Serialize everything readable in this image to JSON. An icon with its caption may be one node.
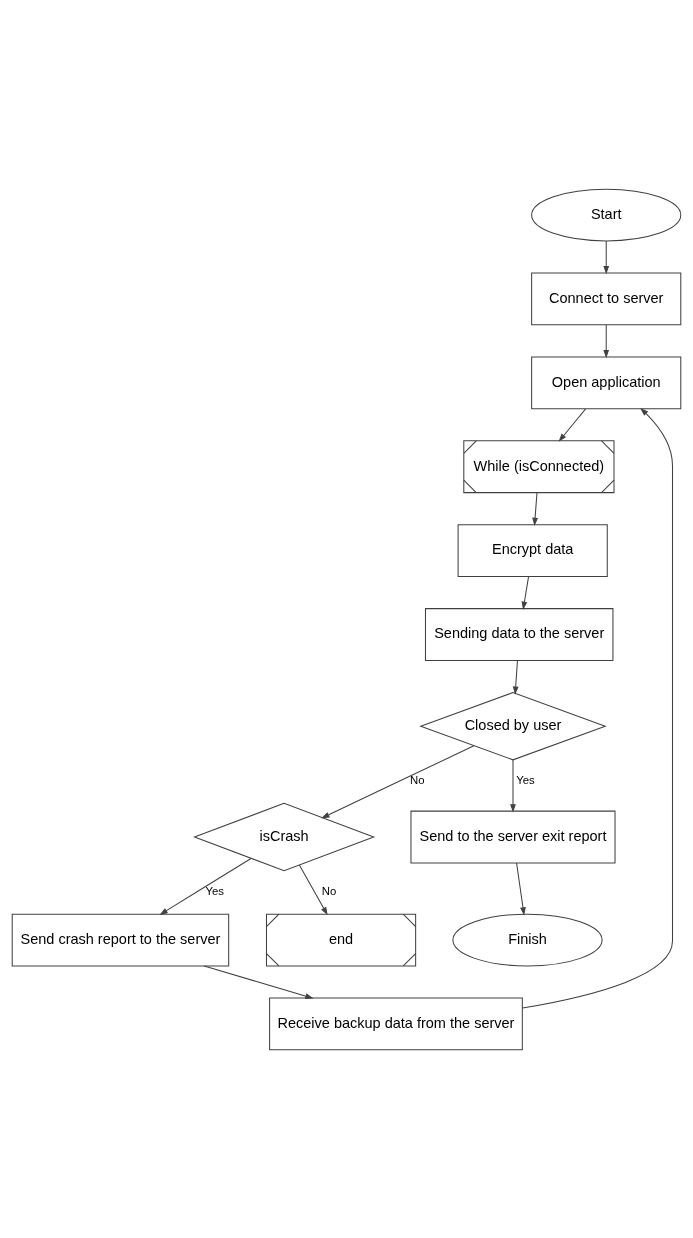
{
  "diagram": {
    "nodes": [
      {
        "text": [
          "Start"
        ]
      },
      {
        "text": [
          "Connect to server"
        ]
      },
      {
        "text": [
          "Open application"
        ]
      },
      {
        "text": [
          "While (isConnected)"
        ]
      },
      {
        "text": [
          "Encrypt data"
        ]
      },
      {
        "text": [
          "Sending data to the server"
        ]
      },
      {
        "text": [
          "Closed by user"
        ]
      },
      {
        "text": [
          "isCrash"
        ]
      },
      {
        "text": [
          "Send crash report to the server"
        ]
      },
      {
        "text": [
          "Receive backup data from the server"
        ]
      },
      {
        "text": [
          "Send to the server exit report"
        ]
      },
      {
        "text": [
          "end"
        ]
      },
      {
        "text": [
          "Finish"
        ]
      }
    ],
    "edges": [
      {
        "from": 0,
        "to": 1,
        "arrow": "to"
      },
      {
        "from": 1,
        "to": 2,
        "arrow": "to"
      },
      {
        "from": 2,
        "to": 3,
        "arrow": "to"
      },
      {
        "from": 3,
        "to": 4,
        "arrow": "to"
      },
      {
        "from": 4,
        "to": 5,
        "arrow": "to"
      },
      {
        "from": 5,
        "to": 6,
        "arrow": "to"
      },
      {
        "from": 6,
        "to": 10,
        "arrow": "to",
        "label": "Yes"
      },
      {
        "from": 6,
        "to": 7,
        "arrow": "to",
        "label": "No"
      },
      {
        "from": 7,
        "to": 8,
        "arrow": "to",
        "label": "Yes"
      },
      {
        "from": 7,
        "to": 11,
        "arrow": "to",
        "label": "No"
      },
      {
        "from": 8,
        "to": 9,
        "arrow": "to"
      },
      {
        "from": 9,
        "to": 2,
        "arrow": "to"
      },
      {
        "from": 10,
        "to": 12,
        "arrow": "to"
      }
    ]
  }
}
